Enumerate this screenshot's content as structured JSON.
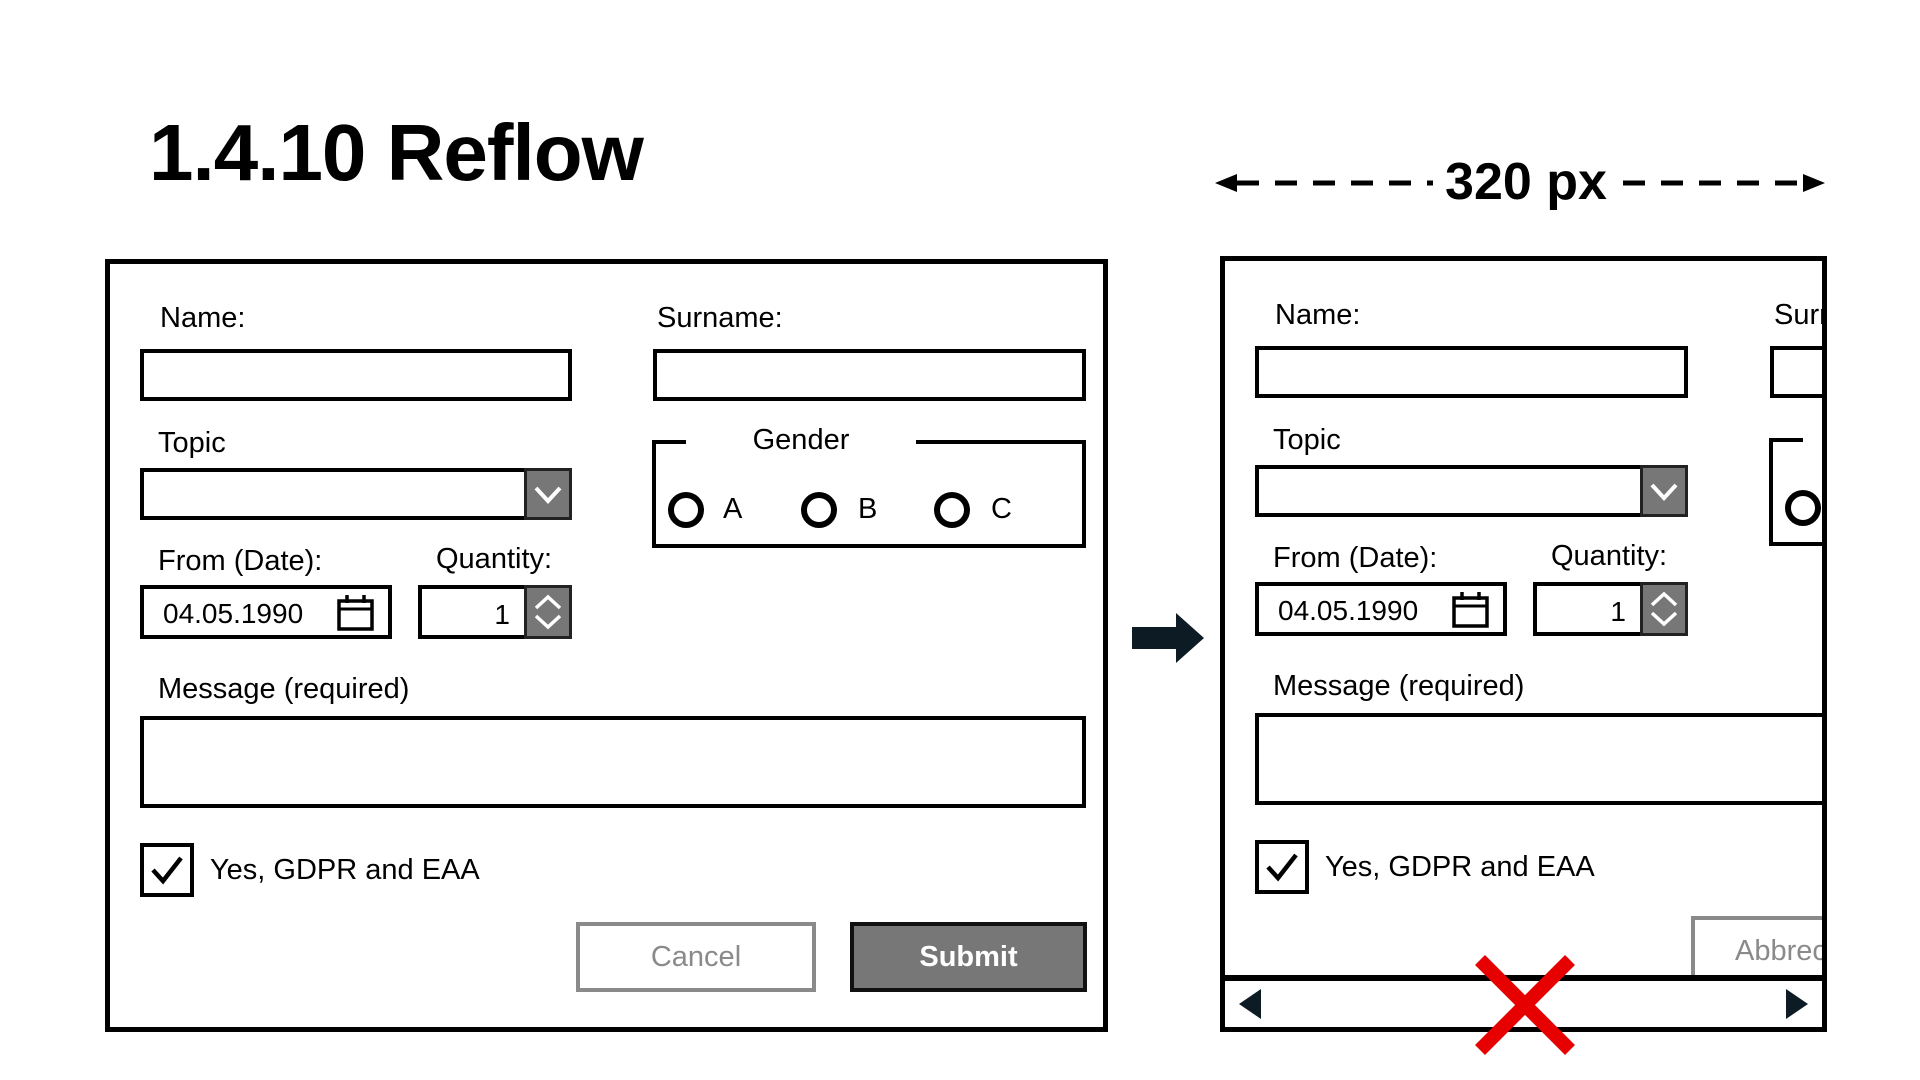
{
  "title": "1.4.10 Reflow",
  "ruler": {
    "label": "320 px"
  },
  "form": {
    "name_label": "Name:",
    "surname_label": "Surname:",
    "topic_label": "Topic",
    "gender_legend": "Gender",
    "gender_options": [
      "A",
      "B",
      "C"
    ],
    "date_label": "From (Date):",
    "date_value": "04.05.1990",
    "quantity_label": "Quantity:",
    "quantity_value": "1",
    "message_label": "Message (required)",
    "consent_label": "Yes, GDPR and EAA",
    "consent_checked": true,
    "cancel_label": "Cancel",
    "submit_label": "Submit"
  },
  "reflow": {
    "name_label": "Name:",
    "surname_label_clipped": "Surn",
    "topic_label": "Topic",
    "date_label": "From (Date):",
    "date_value": "04.05.1990",
    "quantity_label": "Quantity:",
    "quantity_value": "1",
    "message_label": "Message (required)",
    "consent_label": "Yes, GDPR and EAA",
    "clipped_button_label": "Abbrec",
    "horizontal_scrollbar": true
  },
  "colors": {
    "error_x": "#e60000",
    "arrow": "#0d1b24",
    "button_gray": "#777777",
    "cancel_gray": "#8a8a8a"
  },
  "icons": [
    "calendar-icon",
    "chevron-down-icon",
    "spinner-icon",
    "checkmark-icon",
    "arrow-right-icon",
    "scroll-left-icon",
    "scroll-right-icon",
    "error-x-icon"
  ]
}
